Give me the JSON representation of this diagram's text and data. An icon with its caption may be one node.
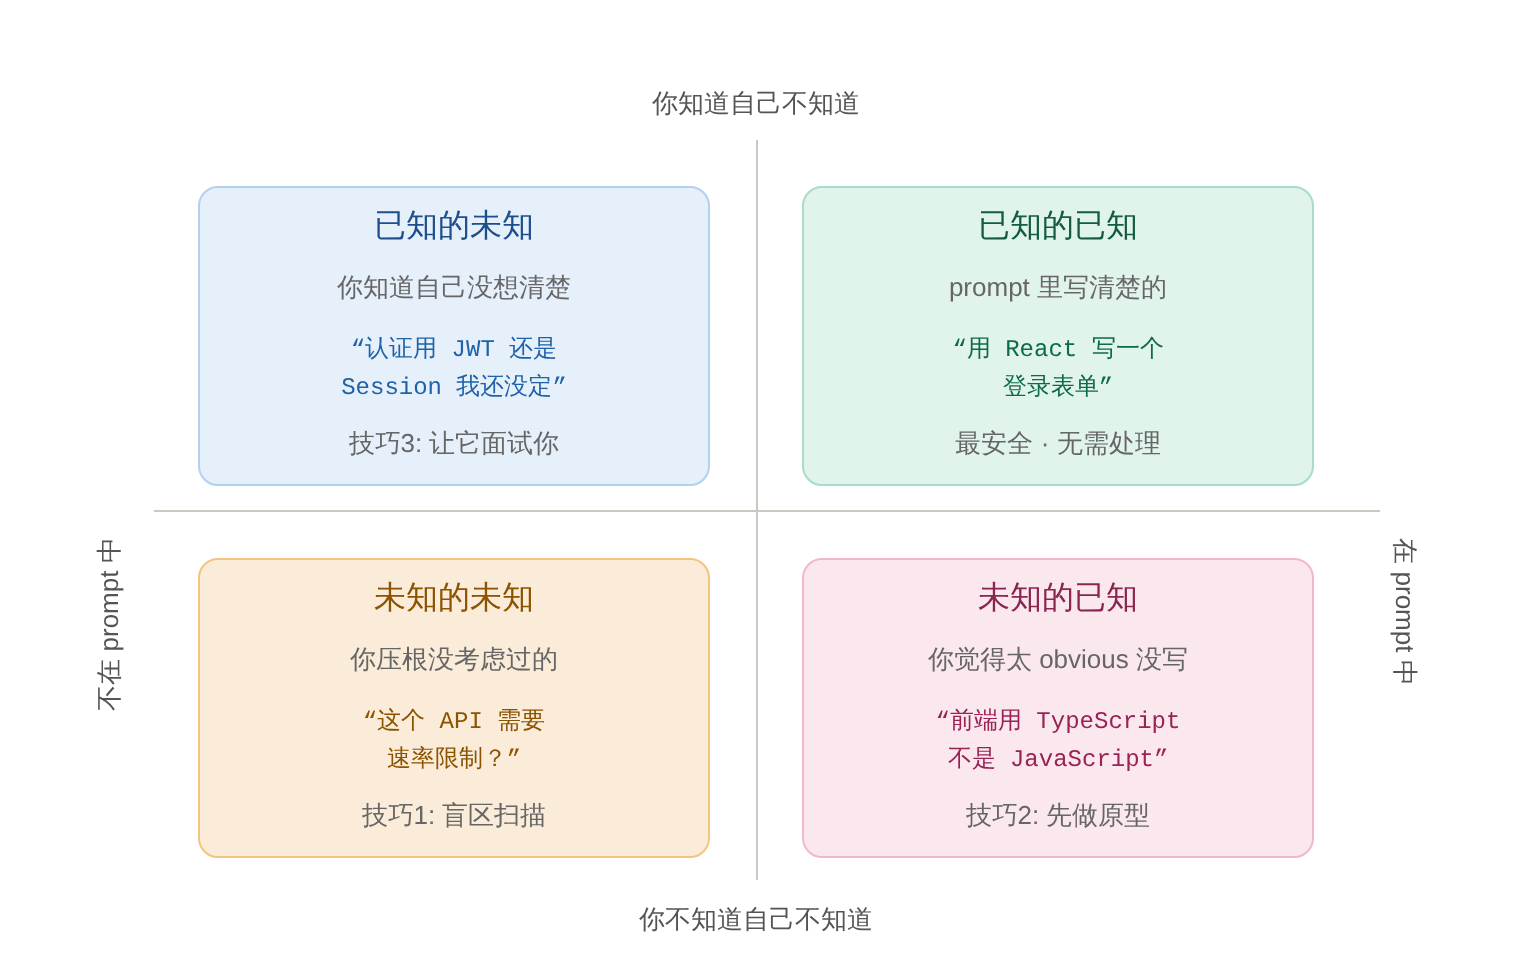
{
  "diagram": {
    "nodes": [
      {
        "text": [
          "已知的未知",
          "你知道自己没想清楚",
          "“认证用 JWT 还是 Session 我还没定”",
          "技巧3: 让它面试你"
        ]
      },
      {
        "text": [
          "已知的已知",
          "prompt 里写清楚的",
          "“用 React 写一个登录表单”",
          "最安全 · 无需处理"
        ]
      },
      {
        "text": [
          "未知的未知",
          "你压根没考虑过的",
          "“这个 API 需要速率限制？”",
          "技巧1: 盲区扫描"
        ]
      },
      {
        "text": [
          "未知的已知",
          "你觉得太 obvious 没写",
          "“前端用 TypeScript 不是 JavaScript”",
          "技巧2: 先做原型"
        ]
      }
    ],
    "labels": [
      "你知道自己不知道",
      "不在 prompt 中",
      "在 prompt 中",
      "你不知道自己不知道"
    ]
  }
}
